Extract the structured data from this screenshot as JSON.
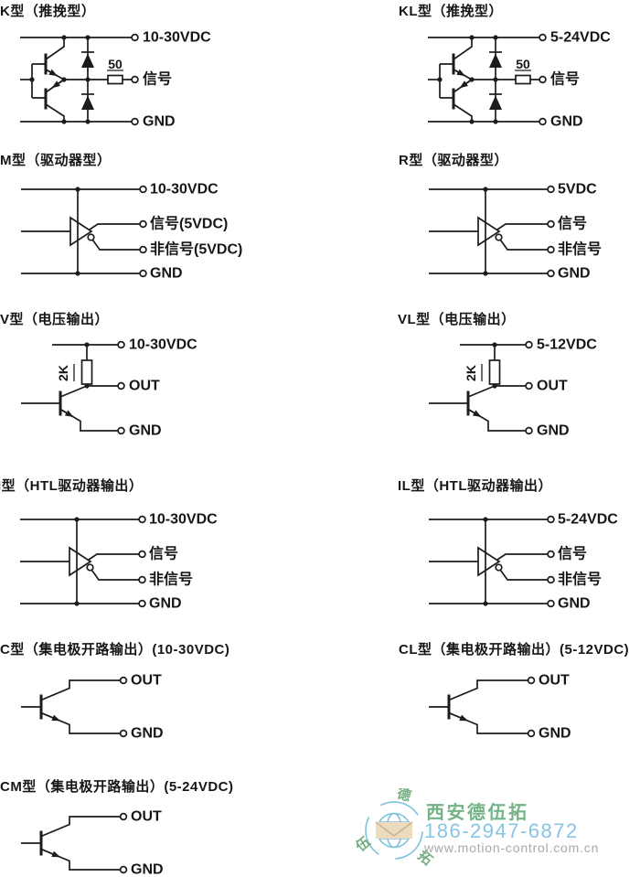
{
  "page": {
    "background": "#ffffff",
    "line_color": "#1c1c1c"
  },
  "circuits": [
    {
      "id": "k",
      "title": "K型（推挽型）",
      "labels": {
        "vcc": "10-30VDC",
        "sig": "信号",
        "gnd": "GND",
        "res": "50"
      }
    },
    {
      "id": "kl",
      "title": "KL型（推挽型）",
      "labels": {
        "vcc": "5-24VDC",
        "sig": "信号",
        "gnd": "GND",
        "res": "50"
      }
    },
    {
      "id": "m",
      "title": "M型（驱动器型）",
      "labels": {
        "vcc": "10-30VDC",
        "sig": "信号(5VDC)",
        "nsig": "非信号(5VDC)",
        "gnd": "GND"
      }
    },
    {
      "id": "r",
      "title": "R型（驱动器型）",
      "labels": {
        "vcc": "5VDC",
        "sig": "信号",
        "nsig": "非信号",
        "gnd": "GND"
      }
    },
    {
      "id": "v",
      "title": "V型（电压输出）",
      "labels": {
        "vcc": "10-30VDC",
        "out": "OUT",
        "gnd": "GND",
        "res": "2K"
      }
    },
    {
      "id": "vl",
      "title": "VL型（电压输出）",
      "labels": {
        "vcc": "5-12VDC",
        "out": "OUT",
        "gnd": "GND",
        "res": "2K"
      }
    },
    {
      "id": "i",
      "title": "I型（HTL驱动器输出）",
      "labels": {
        "vcc": "10-30VDC",
        "sig": "信号",
        "nsig": "非信号",
        "gnd": "GND"
      }
    },
    {
      "id": "il",
      "title": "IL型（HTL驱动器输出）",
      "labels": {
        "vcc": "5-24VDC",
        "sig": "信号",
        "nsig": "非信号",
        "gnd": "GND"
      }
    },
    {
      "id": "c",
      "title": "C型（集电极开路输出）(10-30VDC)",
      "labels": {
        "out": "OUT",
        "gnd": "GND"
      }
    },
    {
      "id": "cl",
      "title": "CL型（集电极开路输出）(5-12VDC)",
      "labels": {
        "out": "OUT",
        "gnd": "GND"
      }
    },
    {
      "id": "cm",
      "title": "CM型（集电极开路输出）(5-24VDC)",
      "labels": {
        "out": "OUT",
        "gnd": "GND"
      }
    }
  ],
  "watermark": {
    "company": "西安德伍拓",
    "phone": "186-2947-6872",
    "url": "www.motion-control.com.cn",
    "logo_chars": {
      "top": "德",
      "bottom_left": "伍",
      "bottom_right": "拓"
    },
    "colors": {
      "green": "#74b287",
      "blue": "#86c4e5",
      "gray": "#a9a9a9",
      "logo_blue": "#7ec2e0",
      "envelope": "#ecdbbd"
    }
  }
}
